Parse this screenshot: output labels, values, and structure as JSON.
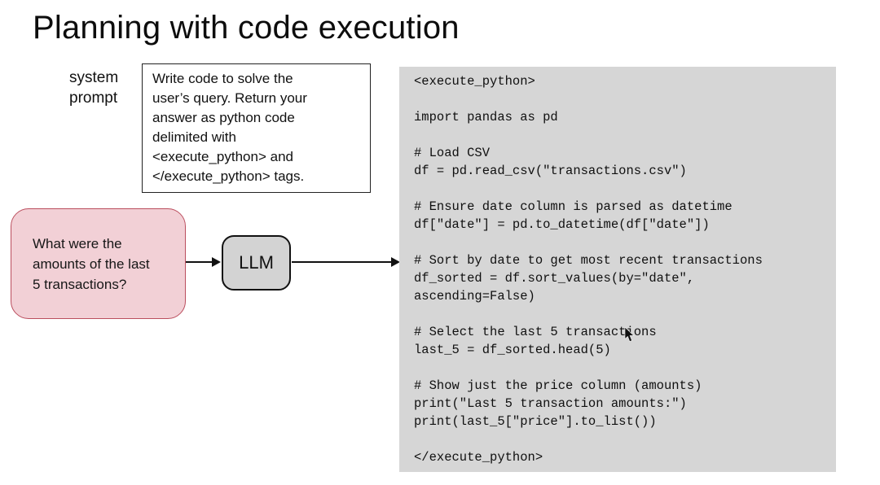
{
  "title": "Planning with code execution",
  "system_prompt": {
    "label_lines": [
      "system",
      "prompt"
    ],
    "box_lines": [
      "Write code to solve the",
      "user’s query. Return your",
      "answer as python code",
      "delimited with",
      "<execute_python> and",
      "</execute_python> tags."
    ]
  },
  "user_query": {
    "lines": [
      "What were the",
      "amounts of the last",
      "5 transactions?"
    ]
  },
  "llm": {
    "label": "LLM"
  },
  "code_panel": {
    "lines": [
      "<execute_python>",
      "",
      "import pandas as pd",
      "",
      "# Load CSV",
      "df = pd.read_csv(\"transactions.csv\")",
      "",
      "# Ensure date column is parsed as datetime",
      "df[\"date\"] = pd.to_datetime(df[\"date\"])",
      "",
      "# Sort by date to get most recent transactions",
      "df_sorted = df.sort_values(by=\"date\",",
      "ascending=False)",
      "",
      "# Select the last 5 transactions",
      "last_5 = df_sorted.head(5)",
      "",
      "# Show just the price column (amounts)",
      "print(\"Last 5 transaction amounts:\")",
      "print(last_5[\"price\"].to_list())",
      "",
      "</execute_python>"
    ]
  },
  "colors": {
    "query_fill": "#f2d0d6",
    "query_border": "#bb4e5e",
    "llm_fill": "#d3d3d3",
    "llm_border": "#111111",
    "code_panel_bg": "#d6d6d6",
    "text": "#111111"
  }
}
